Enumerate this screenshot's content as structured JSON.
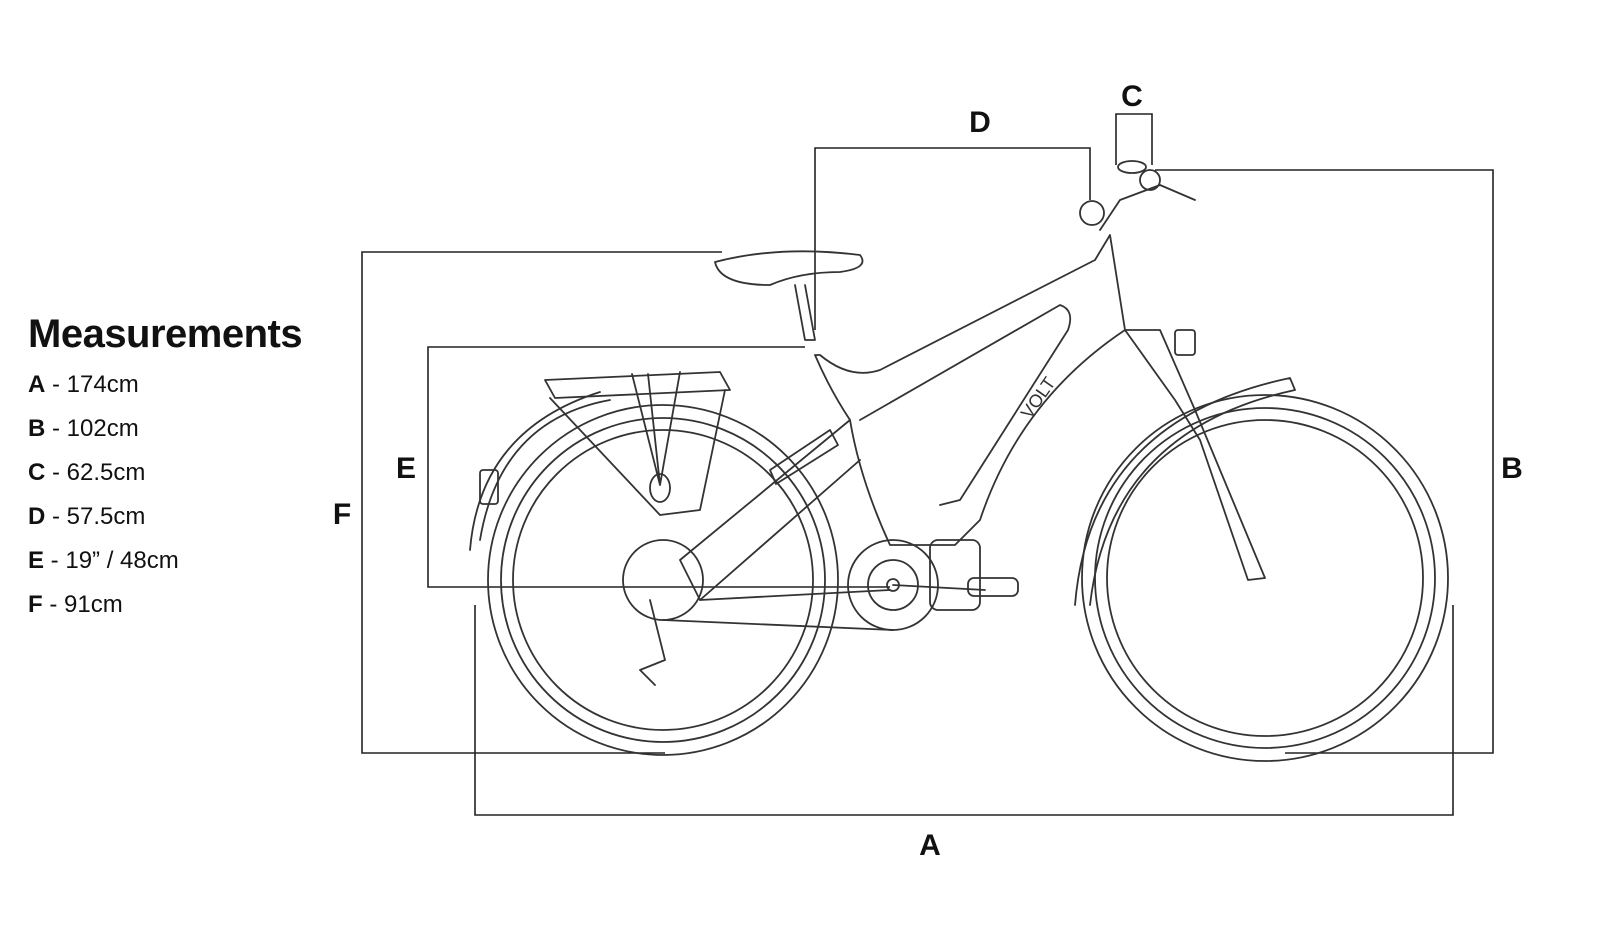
{
  "legend": {
    "title": "Measurements",
    "items": [
      {
        "key": "A",
        "value": " - 174cm"
      },
      {
        "key": "B",
        "value": " - 102cm"
      },
      {
        "key": "C",
        "value": " - 62.5cm"
      },
      {
        "key": "D",
        "value": " - 57.5cm"
      },
      {
        "key": "E",
        "value": " - 19” / 48cm"
      },
      {
        "key": "F",
        "value": " - 91cm"
      }
    ]
  },
  "labels": {
    "A": "A",
    "B": "B",
    "C": "C",
    "D": "D",
    "E": "E",
    "F": "F"
  },
  "frame_logo": "VOLT"
}
